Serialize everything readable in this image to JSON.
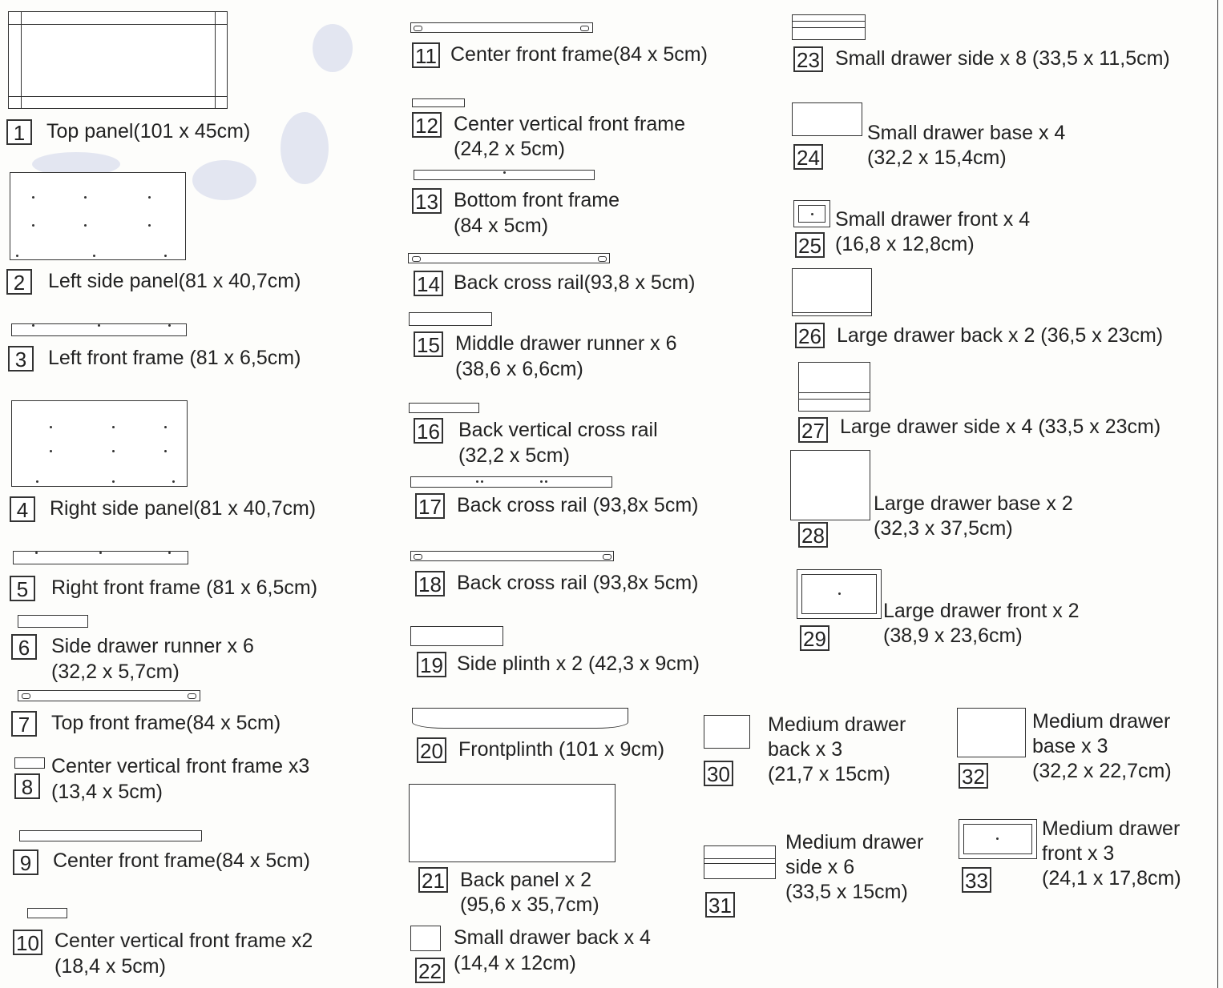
{
  "parts": [
    {
      "num": "1",
      "text": "Top panel(101 x 45cm)"
    },
    {
      "num": "2",
      "text": "Left side panel(81 x 40,7cm)"
    },
    {
      "num": "3",
      "text": "Left front frame (81 x 6,5cm)"
    },
    {
      "num": "4",
      "text": "Right side panel(81 x 40,7cm)"
    },
    {
      "num": "5",
      "text": "Right front frame (81 x 6,5cm)"
    },
    {
      "num": "6",
      "text": "Side drawer runner x 6",
      "text2": "(32,2 x 5,7cm)"
    },
    {
      "num": "7",
      "text": "Top front frame(84 x 5cm)"
    },
    {
      "num": "8",
      "text": "Center vertical front frame x3",
      "text2": "(13,4 x 5cm)"
    },
    {
      "num": "9",
      "text": "Center front frame(84 x 5cm)"
    },
    {
      "num": "10",
      "text": "Center vertical front frame x2",
      "text2": "(18,4 x 5cm)"
    },
    {
      "num": "11",
      "text": "Center front frame(84 x 5cm)"
    },
    {
      "num": "12",
      "text": "Center vertical front frame",
      "text2": "(24,2 x 5cm)"
    },
    {
      "num": "13",
      "text": "Bottom front frame",
      "text2": "(84 x 5cm)"
    },
    {
      "num": "14",
      "text": "Back cross rail(93,8 x 5cm)"
    },
    {
      "num": "15",
      "text": "Middle drawer runner x 6",
      "text2": "(38,6 x 6,6cm)"
    },
    {
      "num": "16",
      "text": "Back vertical cross rail",
      "text2": "(32,2 x 5cm)"
    },
    {
      "num": "17",
      "text": "Back cross rail (93,8x 5cm)"
    },
    {
      "num": "18",
      "text": "Back cross rail (93,8x 5cm)"
    },
    {
      "num": "19",
      "text": "Side plinth x 2 (42,3 x 9cm)"
    },
    {
      "num": "20",
      "text": "Frontplinth (101 x 9cm)"
    },
    {
      "num": "21",
      "text": "Back panel x 2",
      "text2": "(95,6 x 35,7cm)"
    },
    {
      "num": "22",
      "text": "Small drawer back x 4",
      "text2": "(14,4 x 12cm)"
    },
    {
      "num": "23",
      "text": "Small drawer side x 8 (33,5 x 11,5cm)"
    },
    {
      "num": "24",
      "text": "Small drawer base x 4",
      "text2": "(32,2 x 15,4cm)"
    },
    {
      "num": "25",
      "text": "Small drawer front x 4",
      "text2": "(16,8 x 12,8cm)"
    },
    {
      "num": "26",
      "text": "Large drawer back  x 2 (36,5 x 23cm)"
    },
    {
      "num": "27",
      "text": "Large drawer side x 4 (33,5 x 23cm)"
    },
    {
      "num": "28",
      "text": "Large drawer base x 2",
      "text2": "(32,3 x 37,5cm)"
    },
    {
      "num": "29",
      "text": "Large drawer front x 2",
      "text2": "(38,9 x 23,6cm)"
    },
    {
      "num": "30",
      "text": "Medium drawer",
      "text2": "back  x 3",
      "text3": "(21,7 x 15cm)"
    },
    {
      "num": "31",
      "text": "Medium drawer",
      "text2": "side x 6",
      "text3": "(33,5 x 15cm)"
    },
    {
      "num": "32",
      "text": "Medium drawer",
      "text2": "base x 3",
      "text3": "(32,2 x 22,7cm)"
    },
    {
      "num": "33",
      "text": "Medium drawer",
      "text2": "front x 3",
      "text3": "(24,1 x 17,8cm)"
    }
  ]
}
